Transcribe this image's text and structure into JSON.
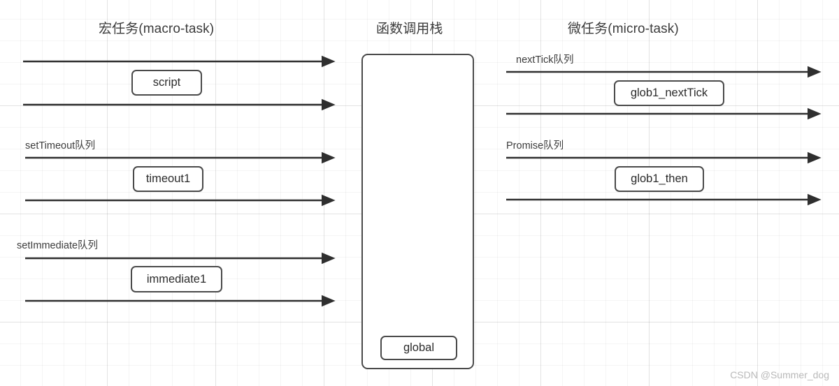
{
  "diagram": {
    "columns": {
      "macro": {
        "title": "宏任务(macro-task)"
      },
      "stack": {
        "title": "函数调用栈"
      },
      "micro": {
        "title": "微任务(micro-task)"
      }
    },
    "macro_queues": [
      {
        "label": "",
        "task": "script"
      },
      {
        "label": "setTimeout队列",
        "task": "timeout1"
      },
      {
        "label": "setImmediate队列",
        "task": "immediate1"
      }
    ],
    "micro_queues": [
      {
        "label": "nextTick队列",
        "task": "glob1_nextTick"
      },
      {
        "label": "Promise队列",
        "task": "glob1_then"
      }
    ],
    "call_stack": {
      "frames": [
        {
          "label": "global"
        }
      ]
    },
    "watermark": "CSDN @Summer_dog",
    "colors": {
      "stroke": "#4a4a4a",
      "arrow": "#2f2f2f",
      "text": "#3c3c3c",
      "grid_minor": "#f2f2f2",
      "grid_major": "#ebebeb",
      "watermark": "#b9b9b9",
      "background": "#ffffff"
    }
  }
}
